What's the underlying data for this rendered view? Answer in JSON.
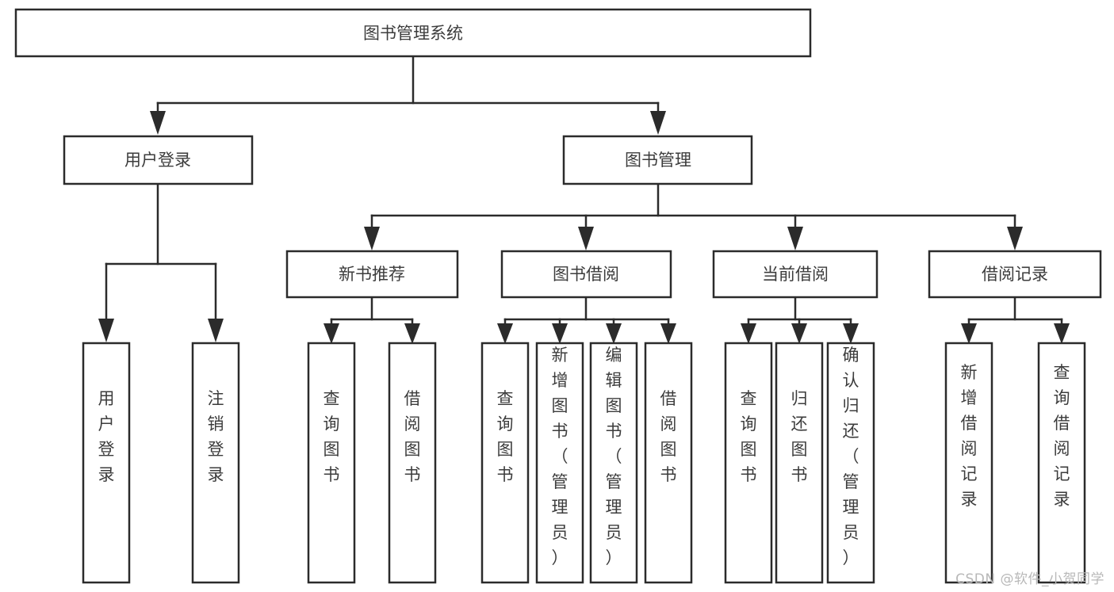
{
  "diagram": {
    "type": "tree-hierarchy",
    "title": "图书管理系统",
    "watermark": "CSDN @软件_小贺同学",
    "colors": {
      "stroke": "#2b2b2b",
      "box_fill": "#ffffff",
      "text": "#3c3c3c",
      "background": "#ffffff",
      "watermark": "#b8b8b8"
    },
    "levels": {
      "root": {
        "label": "图书管理系统"
      },
      "level1": [
        {
          "label": "用户登录"
        },
        {
          "label": "图书管理"
        }
      ],
      "level2": [
        {
          "label": "新书推荐"
        },
        {
          "label": "图书借阅"
        },
        {
          "label": "当前借阅"
        },
        {
          "label": "借阅记录"
        }
      ],
      "leaves": [
        {
          "label": "用户登录",
          "parent": "用户登录"
        },
        {
          "label": "注销登录",
          "parent": "用户登录"
        },
        {
          "label": "查询图书",
          "parent": "新书推荐"
        },
        {
          "label": "借阅图书",
          "parent": "新书推荐"
        },
        {
          "label": "查询图书",
          "parent": "图书借阅"
        },
        {
          "label": "新增图书（管理员）",
          "parent": "图书借阅"
        },
        {
          "label": "编辑图书（管理员）",
          "parent": "图书借阅"
        },
        {
          "label": "借阅图书",
          "parent": "图书借阅"
        },
        {
          "label": "查询图书",
          "parent": "当前借阅"
        },
        {
          "label": "归还图书",
          "parent": "当前借阅"
        },
        {
          "label": "确认归还（管理员）",
          "parent": "当前借阅"
        },
        {
          "label": "新增借阅记录",
          "parent": "借阅记录"
        },
        {
          "label": "查询借阅记录",
          "parent": "借阅记录"
        }
      ]
    }
  },
  "nodes": {
    "root": "图书管理系统",
    "n_user_login": "用户登录",
    "n_book_manage": "图书管理",
    "n_new_book_rec": "新书推荐",
    "n_book_borrow": "图书借阅",
    "n_current_borrow": "当前借阅",
    "n_borrow_record": "借阅记录",
    "leaf_1": "用户登录",
    "leaf_2": "注销登录",
    "leaf_3": "查询图书",
    "leaf_4": "借阅图书",
    "leaf_5": "查询图书",
    "leaf_6": "新增图书（管理员）",
    "leaf_7": "编辑图书（管理员）",
    "leaf_8": "借阅图书",
    "leaf_9": "查询图书",
    "leaf_10": "归还图书",
    "leaf_11": "确认归还（管理员）",
    "leaf_12": "新增借阅记录",
    "leaf_13": "查询借阅记录"
  },
  "footer": {
    "watermark": "CSDN @软件_小贺同学"
  }
}
